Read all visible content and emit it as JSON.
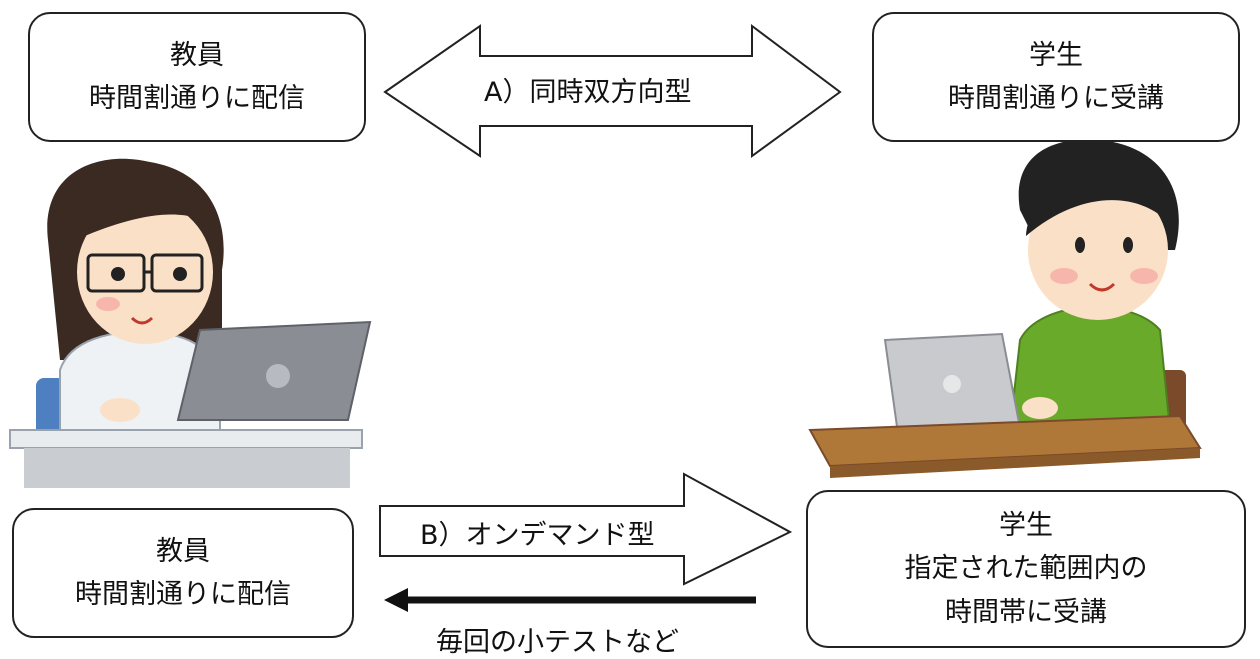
{
  "teacher_top": {
    "line1": "教員",
    "line2": "時間割通りに配信"
  },
  "student_top": {
    "line1": "学生",
    "line2": "時間割通りに受講"
  },
  "teacher_bottom": {
    "line1": "教員",
    "line2": "時間割通りに配信"
  },
  "student_bottom": {
    "line1": "学生",
    "line2": "指定された範囲内の",
    "line3": "時間帯に受講"
  },
  "arrows": {
    "a_label": "A）同時双方向型",
    "b_label": "B）オンデマンド型",
    "return_label": "毎回の小テストなど"
  },
  "colors": {
    "student_shirt": "#6aaa2a",
    "desk_wood": "#b07838",
    "laptop_teacher": "#8a8d94",
    "laptop_student": "#c8cacd",
    "teacher_coat": "#eef2f5"
  }
}
